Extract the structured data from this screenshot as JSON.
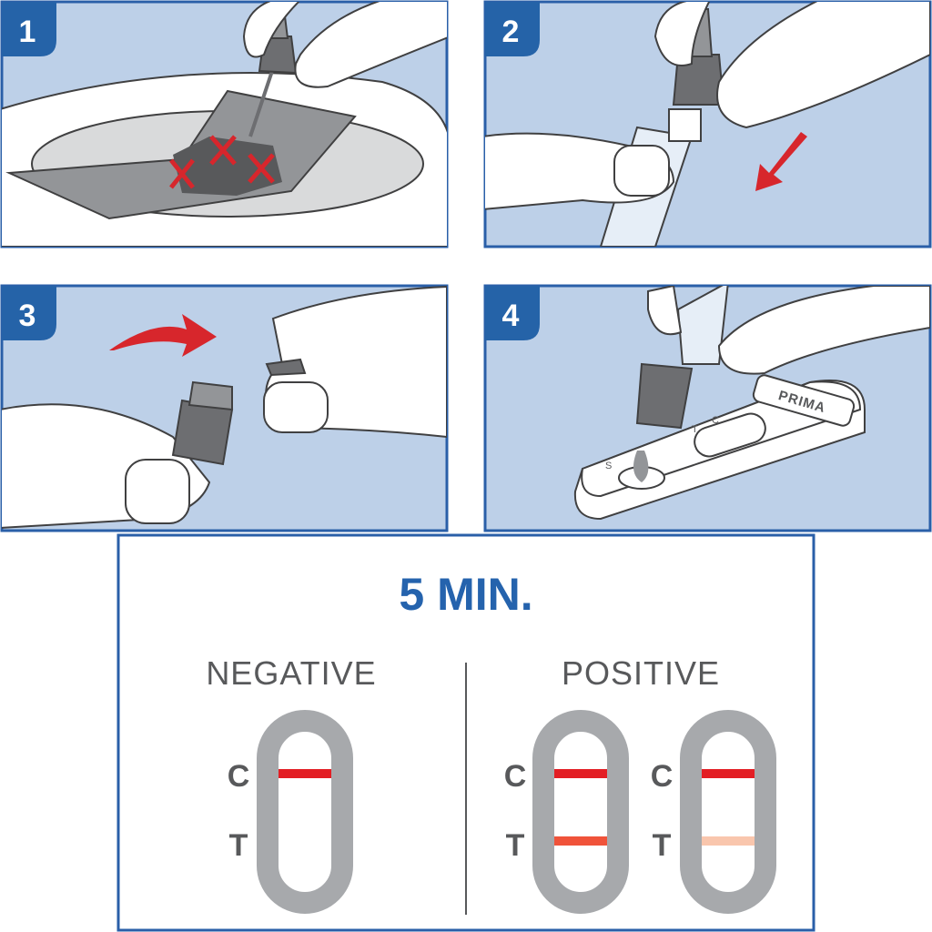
{
  "steps": [
    {
      "number": "1"
    },
    {
      "number": "2"
    },
    {
      "number": "3"
    },
    {
      "number": "4",
      "device_brand": "PRIMA",
      "device_marks": {
        "c": "C",
        "t": "T",
        "s": "S"
      }
    }
  ],
  "results": {
    "title": "5 MIN.",
    "negative": {
      "heading": "NEGATIVE",
      "c_label": "C",
      "t_label": "T"
    },
    "positive": {
      "heading": "POSITIVE",
      "c_label": "C",
      "t_label": "T",
      "c_label2": "C",
      "t_label2": "T"
    }
  },
  "colors": {
    "panel_bg": "#bdd0e8",
    "border": "#2a5fa8",
    "badge": "#2563a8",
    "control_line": "#e31e24",
    "test_line_strong": "#f0533a",
    "test_line_faint": "#f9c6ad",
    "window": "#a7a9ac"
  }
}
